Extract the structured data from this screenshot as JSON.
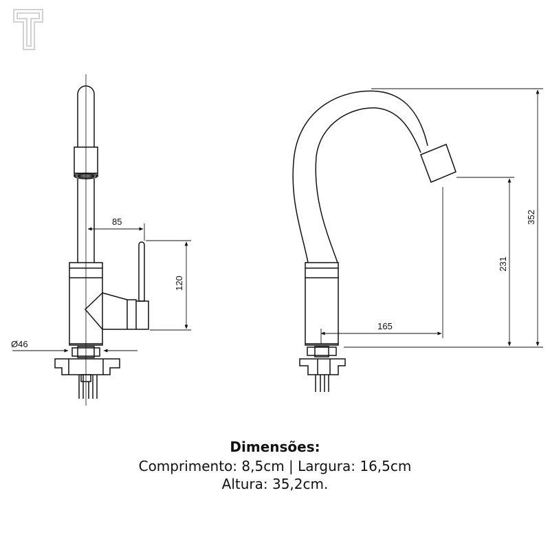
{
  "brand": {
    "logo_icon": "t-letter-logo-icon"
  },
  "side_view": {
    "dim_handle_reach": "85",
    "dim_handle_height": "120",
    "dim_base_diameter": "Ø46"
  },
  "front_view": {
    "dim_spout_reach": "165",
    "dim_outlet_height": "231",
    "dim_total_height": "352"
  },
  "caption": {
    "title": "Dimensões:",
    "line1": "Comprimento: 8,5cm | Largura: 16,5cm",
    "line2": "Altura: 35,2cm."
  },
  "colors": {
    "line": "#111111",
    "logo": "#d6d6d6"
  }
}
